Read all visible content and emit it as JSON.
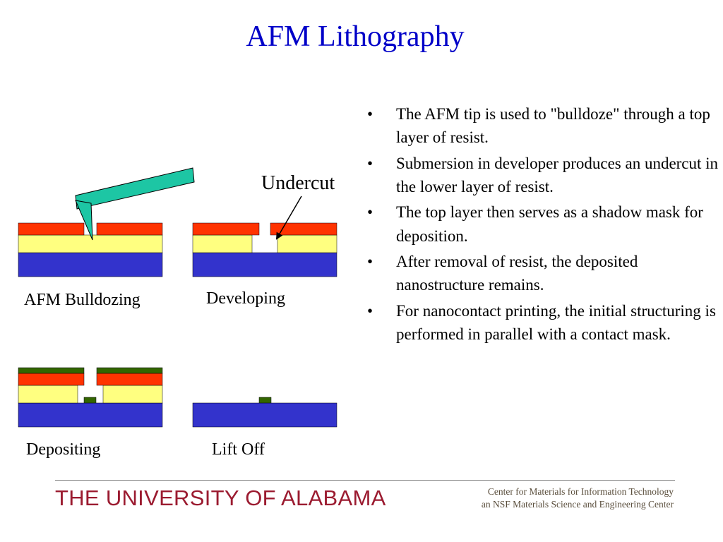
{
  "slide": {
    "title": "AFM Lithography",
    "bullets": [
      "The AFM tip is used to \"bulldoze\" through a top layer of resist.",
      "Submersion in developer produces an undercut in the lower layer of resist.",
      "The top layer then serves as a shadow mask for deposition.",
      "After removal of resist, the deposited nanostructure remains.",
      "For nanocontact printing, the initial structuring is performed in parallel with a contact mask."
    ]
  },
  "diagram": {
    "annotation": "Undercut",
    "captions": {
      "bulldozing": "AFM Bulldozing",
      "developing": "Developing",
      "depositing": "Depositing",
      "liftoff": "Lift Off"
    },
    "colors": {
      "substrate": "#3333cc",
      "lower_resist": "#ffff80",
      "top_resist": "#ff3300",
      "deposit": "#336600",
      "afm_tip": "#1dc6a4"
    }
  },
  "footer": {
    "university": "THE UNIVERSITY OF ALABAMA",
    "center_line1": "Center for Materials for Information Technology",
    "center_line2": "an NSF Materials Science and Engineering Center"
  }
}
